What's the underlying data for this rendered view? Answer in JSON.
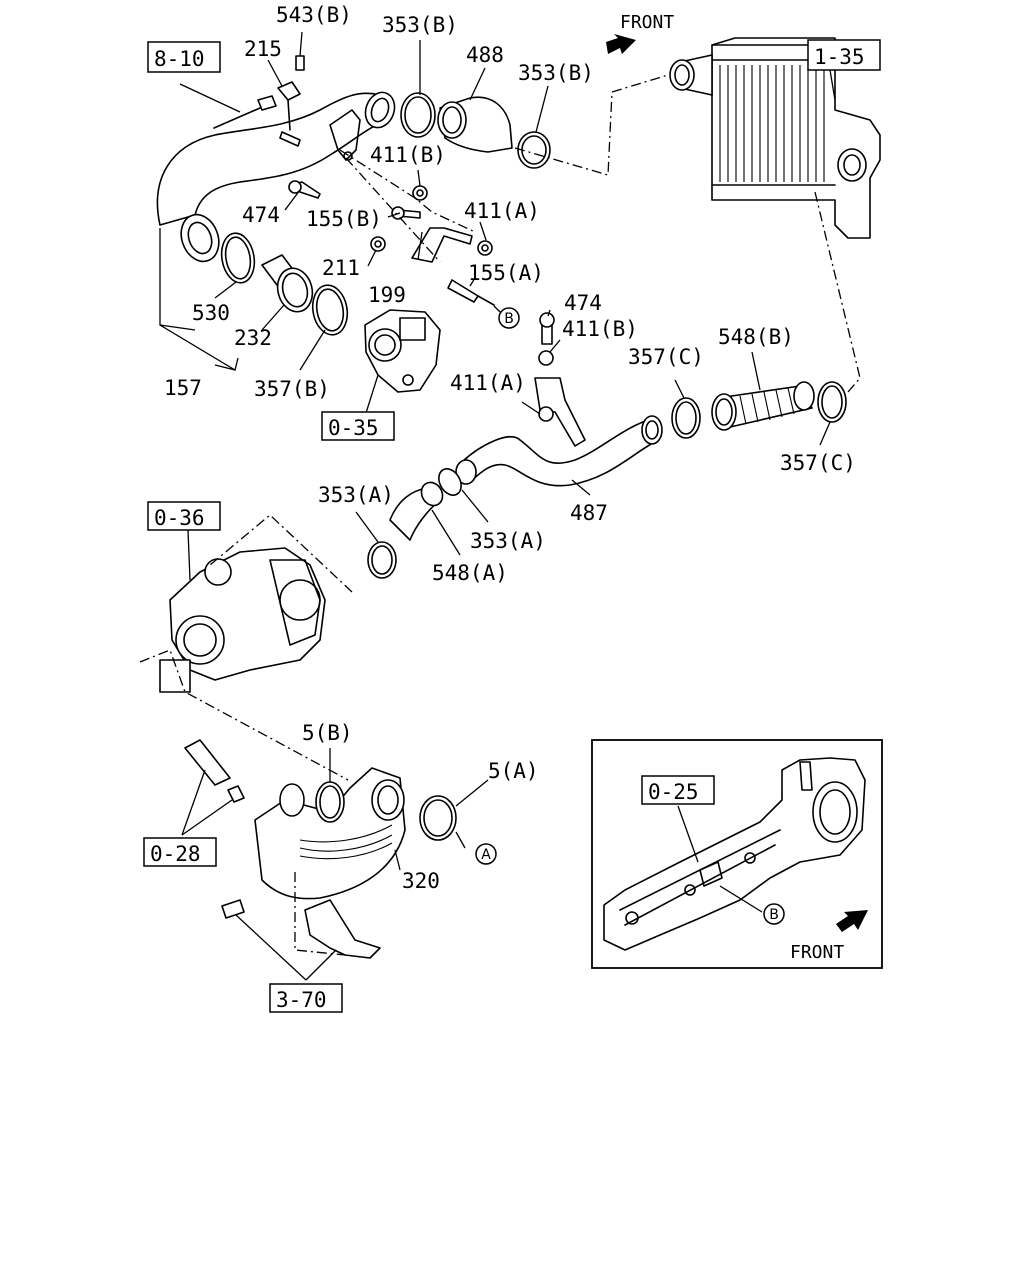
{
  "labels": {
    "p543b": "543(B)",
    "p215": "215",
    "p353b_1": "353(B)",
    "p488": "488",
    "p353b_2": "353(B)",
    "p411b_1": "411(B)",
    "p474_1": "474",
    "p155b": "155(B)",
    "p411a_1": "411(A)",
    "p211": "211",
    "p155a": "155(A)",
    "p199": "199",
    "p530": "530",
    "p232": "232",
    "p157": "157",
    "p357b": "357(B)",
    "p474_2": "474",
    "p411b_2": "411(B)",
    "p548b": "548(B)",
    "p357c_1": "357(C)",
    "p411a_2": "411(A)",
    "p357c_2": "357(C)",
    "p353a_1": "353(A)",
    "p353a_2": "353(A)",
    "p487": "487",
    "p548a": "548(A)",
    "p5b": "5(B)",
    "p5a": "5(A)",
    "p320": "320"
  },
  "refs": {
    "r8_10": "8-10",
    "r1_35": "1-35",
    "r0_35": "0-35",
    "r0_36": "0-36",
    "r0_28": "0-28",
    "r3_70": "3-70",
    "r0_25": "0-25"
  },
  "markers": {
    "b_main": "B",
    "a_main": "A",
    "b_inset": "B"
  },
  "front": {
    "top": "FRONT",
    "inset": "FRONT"
  }
}
